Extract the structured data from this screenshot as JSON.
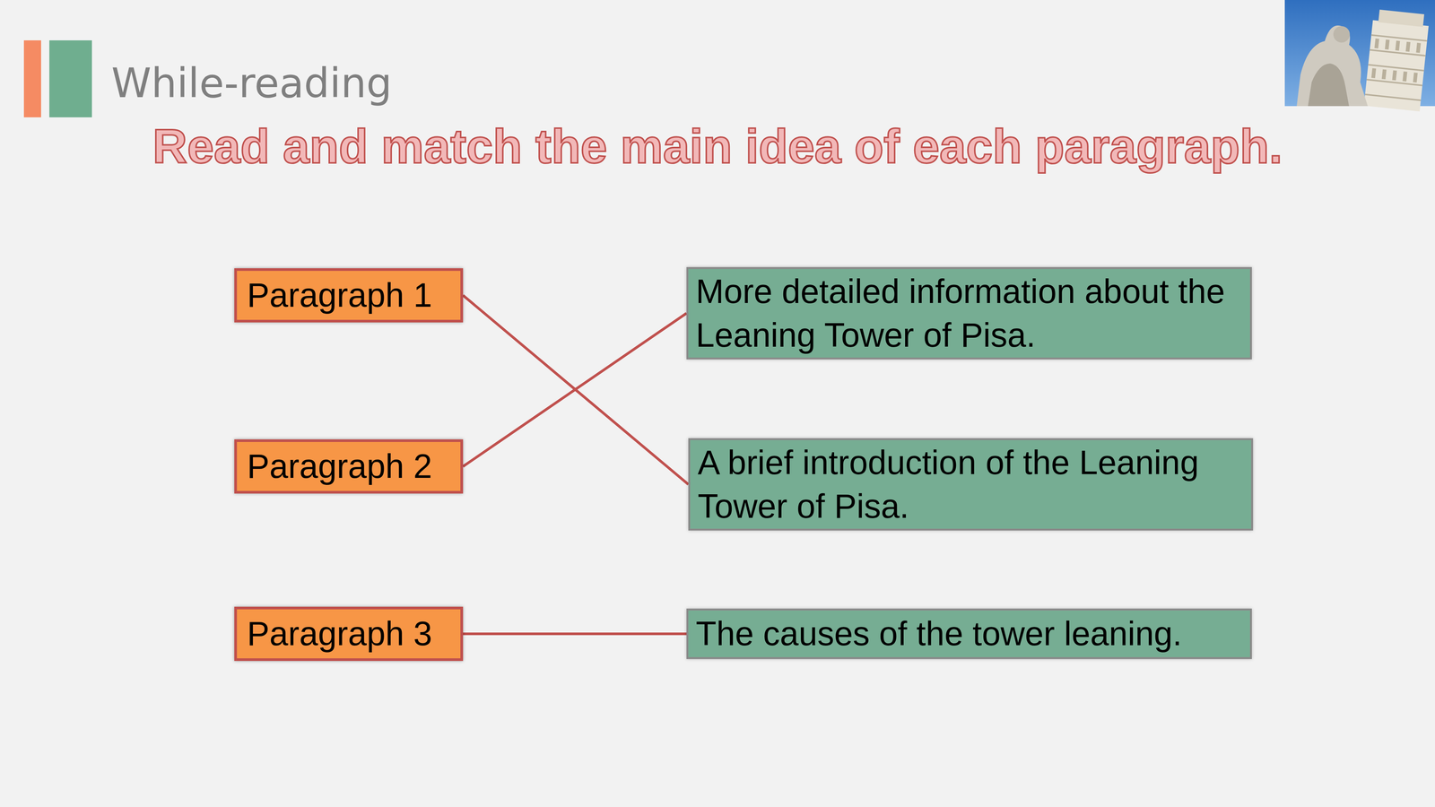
{
  "diagram": {
    "title": "Read and match the main idea of each paragraph.",
    "nodes": [
      {
        "text": [
          "Paragraph 1"
        ]
      },
      {
        "text": [
          "More detailed information about the Leaning Tower of Pisa."
        ]
      },
      {
        "text": [
          "Paragraph 2"
        ]
      },
      {
        "text": [
          "A brief introduction of the Leaning Tower of Pisa."
        ]
      },
      {
        "text": [
          "Paragraph 3"
        ]
      },
      {
        "text": [
          "The causes of the tower leaning."
        ]
      }
    ],
    "edges": [
      {
        "from": 0,
        "to": 3,
        "arrow": "none"
      },
      {
        "from": 2,
        "to": 1,
        "arrow": "none"
      },
      {
        "from": 4,
        "to": 5,
        "arrow": "none"
      }
    ],
    "labels": [
      "While-reading"
    ]
  }
}
